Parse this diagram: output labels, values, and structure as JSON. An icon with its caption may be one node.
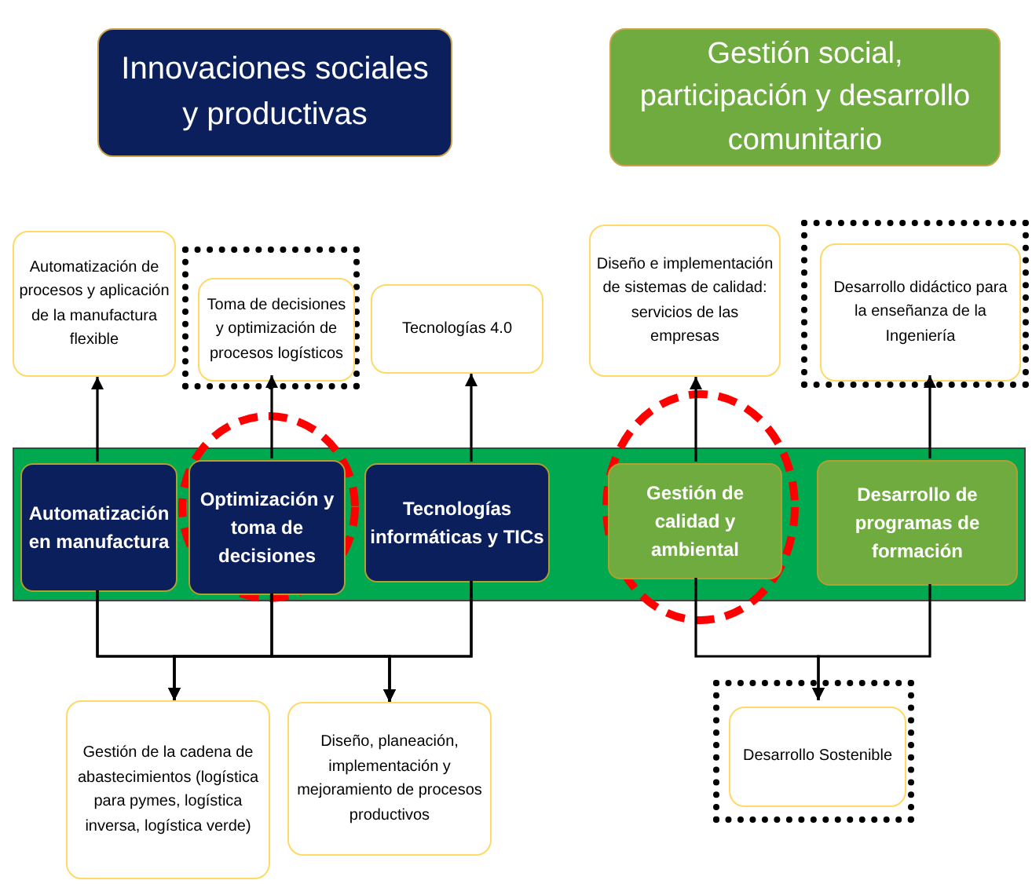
{
  "diagram": {
    "nodes": [
      {
        "text": [
          "Innovaciones sociales y productivas"
        ]
      },
      {
        "text": [
          "Gestión social, participación y desarrollo comunitario"
        ]
      },
      {
        "text": [
          "Automatización de procesos y aplicación de la manufactura flexible"
        ]
      },
      {
        "text": [],
        "shape": "box"
      },
      {
        "text": [
          "Toma de decisiones y optimización de procesos logísticos"
        ],
        "in": 3
      },
      {
        "text": [
          "Tecnologías 4.0"
        ]
      },
      {
        "text": [
          "Diseño e implementación de sistemas de calidad: servicios de las empresas"
        ]
      },
      {
        "text": [],
        "shape": "box"
      },
      {
        "text": [
          "Desarrollo didáctico para la enseñanza de la Ingeniería"
        ],
        "in": 7
      },
      {
        "text": [],
        "shape": "bar"
      },
      {
        "text": [
          "Automatización en manufactura"
        ],
        "in": 9
      },
      {
        "text": [
          "Optimización y toma de decisiones"
        ],
        "in": 9
      },
      {
        "text": [
          "Tecnologías informáticas y TICs"
        ],
        "in": 9
      },
      {
        "text": [
          "Gestión de calidad y ambiental"
        ],
        "in": 9
      },
      {
        "text": [
          "Desarrollo de programas de formación"
        ],
        "in": 9
      },
      {
        "text": [
          "Gestión de la cadena de abastecimientos (logística para pymes, logística inversa, logística verde)"
        ]
      },
      {
        "text": [
          "Diseño, planeación, implementación y mejoramiento de procesos productivos"
        ]
      },
      {
        "text": [],
        "shape": "box"
      },
      {
        "text": [
          "Desarrollo Sostenible"
        ],
        "in": 17
      }
    ],
    "edges": [
      {
        "from": 10,
        "to": 2,
        "arrow": "to"
      },
      {
        "from": 11,
        "to": 4,
        "arrow": "to"
      },
      {
        "from": 12,
        "to": 5,
        "arrow": "to"
      },
      {
        "from": 13,
        "to": 6,
        "arrow": "to"
      },
      {
        "from": 14,
        "to": 8,
        "arrow": "to"
      },
      {
        "from": 10,
        "to": 15,
        "arrow": "to"
      },
      {
        "from": 10,
        "to": 16,
        "arrow": "to"
      },
      {
        "from": 11,
        "to": 15,
        "arrow": "to"
      },
      {
        "from": 11,
        "to": 16,
        "arrow": "to"
      },
      {
        "from": 12,
        "to": 15,
        "arrow": "to"
      },
      {
        "from": 12,
        "to": 16,
        "arrow": "to"
      },
      {
        "from": 13,
        "to": 18,
        "arrow": "to"
      },
      {
        "from": 14,
        "to": 18,
        "arrow": "to"
      }
    ]
  }
}
